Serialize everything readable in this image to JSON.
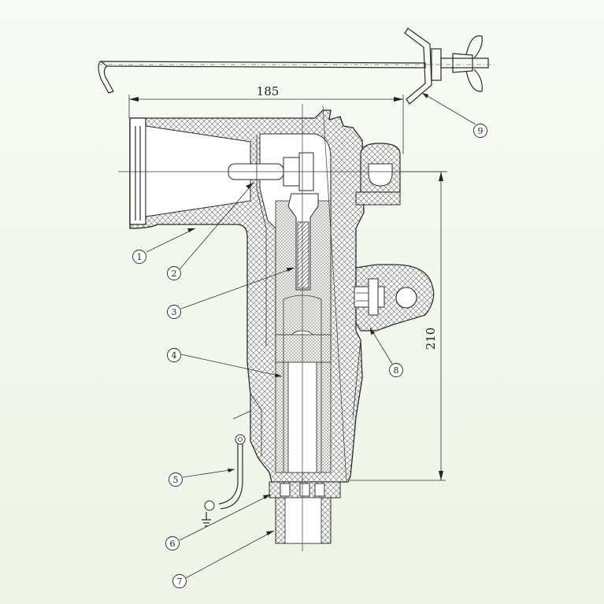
{
  "dimensions": {
    "width_label": "185",
    "height_label": "210"
  },
  "callouts": [
    {
      "id": "1",
      "label": "1"
    },
    {
      "id": "2",
      "label": "2"
    },
    {
      "id": "3",
      "label": "3"
    },
    {
      "id": "4",
      "label": "4"
    },
    {
      "id": "5",
      "label": "5"
    },
    {
      "id": "6",
      "label": "6"
    },
    {
      "id": "7",
      "label": "7"
    },
    {
      "id": "8",
      "label": "8"
    },
    {
      "id": "9",
      "label": "9"
    }
  ],
  "colors": {
    "line": "#2a2a2a",
    "hatch_outer": "#6a6a6a",
    "hatch_inner": "#9a9a9a",
    "background_top": "#f7fbf5",
    "background_bottom": "#edf4e6"
  }
}
